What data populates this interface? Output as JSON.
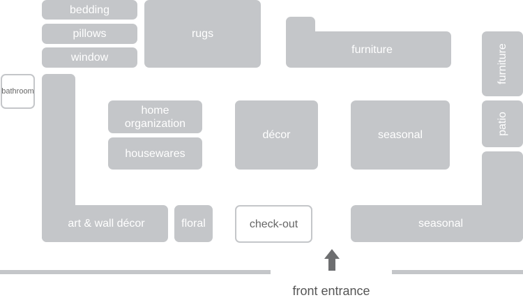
{
  "departments": {
    "bedding": "bedding",
    "pillows": "pillows",
    "window": "window",
    "rugs": "rugs",
    "bathroom": "bathroom",
    "home_organization": "home organization",
    "housewares": "housewares",
    "decor": "décor",
    "seasonal_center": "seasonal",
    "furniture_top": "furniture",
    "furniture_right": "furniture",
    "patio": "patio",
    "art_wall_decor": "art & wall décor",
    "floral": "floral",
    "checkout": "check-out",
    "seasonal_bottom": "seasonal"
  },
  "entrance": {
    "label": "front entrance",
    "arrow_icon": "arrow-up-icon"
  },
  "colors": {
    "zone": "#c4c6c9",
    "arrow": "#6d6e70",
    "text_dark": "#666666"
  }
}
